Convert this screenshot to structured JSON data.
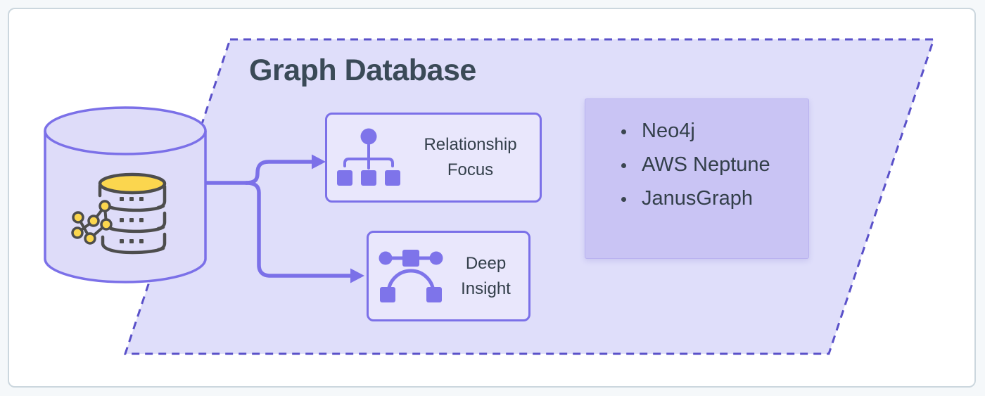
{
  "diagram": {
    "title": "Graph Database",
    "zone_shape": "dashed-parallelogram",
    "source": {
      "icon": "graph-database-cylinder"
    },
    "nodes": [
      {
        "label": "Relationship Focus",
        "icon": "org-chart-icon"
      },
      {
        "label": "Deep Insight",
        "icon": "bezier-curve-icon"
      }
    ],
    "examples": [
      "Neo4j",
      "AWS Neptune",
      "JanusGraph"
    ],
    "colors": {
      "accent_purple": "#7b70e8",
      "icon_purple": "#7e74ea",
      "dashed_border": "#5a51c9",
      "zone_fill": "#dfdefa",
      "node_fill": "#e9e7fc",
      "panel_fill": "#c9c4f4",
      "cylinder_fill": "#dedcf9",
      "icon_yellow": "#fbd64e",
      "icon_dark": "#4d4d4d",
      "title_text": "#3a4a57",
      "body_text": "#333f4a",
      "card_border": "#ccd7de",
      "page_background": "#f5f8fa"
    }
  }
}
